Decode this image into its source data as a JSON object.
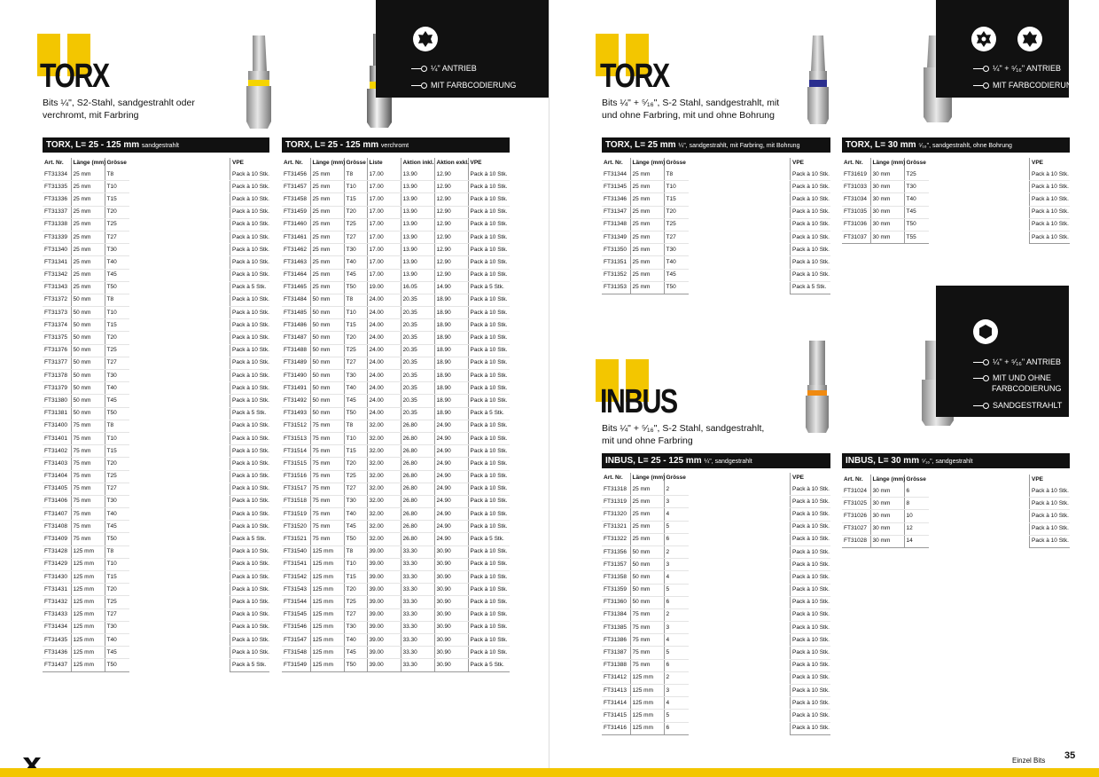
{
  "left": {
    "title": "TORX",
    "subtitle": [
      "Bits ¼\", S2-Stahl, sandgestrahlt oder",
      "verchromt, mit Farbring"
    ],
    "features": [
      "¼\" ANTRIEB",
      "MIT FARBCODIERUNG"
    ],
    "icon": "torx-star-icon",
    "table1": {
      "header_title": "TORX, L= 25 - 125 mm",
      "header_note": "sandgestrahlt",
      "columns": [
        "Art. Nr.",
        "Länge (mm)",
        "Grösse"
      ],
      "vpe_label": "VPE",
      "rows": [
        [
          "FT31334",
          "25 mm",
          "T8",
          "Pack à 10 Stk."
        ],
        [
          "FT31335",
          "25 mm",
          "T10",
          "Pack à 10 Stk."
        ],
        [
          "FT31336",
          "25 mm",
          "T15",
          "Pack à 10 Stk."
        ],
        [
          "FT31337",
          "25 mm",
          "T20",
          "Pack à 10 Stk."
        ],
        [
          "FT31338",
          "25 mm",
          "T25",
          "Pack à 10 Stk."
        ],
        [
          "FT31339",
          "25 mm",
          "T27",
          "Pack à 10 Stk."
        ],
        [
          "FT31340",
          "25 mm",
          "T30",
          "Pack à 10 Stk."
        ],
        [
          "FT31341",
          "25 mm",
          "T40",
          "Pack à 10 Stk."
        ],
        [
          "FT31342",
          "25 mm",
          "T45",
          "Pack à 10 Stk."
        ],
        [
          "FT31343",
          "25 mm",
          "T50",
          "Pack à 5 Stk."
        ],
        [
          "FT31372",
          "50 mm",
          "T8",
          "Pack à 10 Stk."
        ],
        [
          "FT31373",
          "50 mm",
          "T10",
          "Pack à 10 Stk."
        ],
        [
          "FT31374",
          "50 mm",
          "T15",
          "Pack à 10 Stk."
        ],
        [
          "FT31375",
          "50 mm",
          "T20",
          "Pack à 10 Stk."
        ],
        [
          "FT31376",
          "50 mm",
          "T25",
          "Pack à 10 Stk."
        ],
        [
          "FT31377",
          "50 mm",
          "T27",
          "Pack à 10 Stk."
        ],
        [
          "FT31378",
          "50 mm",
          "T30",
          "Pack à 10 Stk."
        ],
        [
          "FT31379",
          "50 mm",
          "T40",
          "Pack à 10 Stk."
        ],
        [
          "FT31380",
          "50 mm",
          "T45",
          "Pack à 10 Stk."
        ],
        [
          "FT31381",
          "50 mm",
          "T50",
          "Pack à 5 Stk."
        ],
        [
          "FT31400",
          "75 mm",
          "T8",
          "Pack à 10 Stk."
        ],
        [
          "FT31401",
          "75 mm",
          "T10",
          "Pack à 10 Stk."
        ],
        [
          "FT31402",
          "75 mm",
          "T15",
          "Pack à 10 Stk."
        ],
        [
          "FT31403",
          "75 mm",
          "T20",
          "Pack à 10 Stk."
        ],
        [
          "FT31404",
          "75 mm",
          "T25",
          "Pack à 10 Stk."
        ],
        [
          "FT31405",
          "75 mm",
          "T27",
          "Pack à 10 Stk."
        ],
        [
          "FT31406",
          "75 mm",
          "T30",
          "Pack à 10 Stk."
        ],
        [
          "FT31407",
          "75 mm",
          "T40",
          "Pack à 10 Stk."
        ],
        [
          "FT31408",
          "75 mm",
          "T45",
          "Pack à 10 Stk."
        ],
        [
          "FT31409",
          "75 mm",
          "T50",
          "Pack à 5 Stk."
        ],
        [
          "FT31428",
          "125 mm",
          "T8",
          "Pack à 10 Stk."
        ],
        [
          "FT31429",
          "125 mm",
          "T10",
          "Pack à 10 Stk."
        ],
        [
          "FT31430",
          "125 mm",
          "T15",
          "Pack à 10 Stk."
        ],
        [
          "FT31431",
          "125 mm",
          "T20",
          "Pack à 10 Stk."
        ],
        [
          "FT31432",
          "125 mm",
          "T25",
          "Pack à 10 Stk."
        ],
        [
          "FT31433",
          "125 mm",
          "T27",
          "Pack à 10 Stk."
        ],
        [
          "FT31434",
          "125 mm",
          "T30",
          "Pack à 10 Stk."
        ],
        [
          "FT31435",
          "125 mm",
          "T40",
          "Pack à 10 Stk."
        ],
        [
          "FT31436",
          "125 mm",
          "T45",
          "Pack à 10 Stk."
        ],
        [
          "FT31437",
          "125 mm",
          "T50",
          "Pack à 5 Stk."
        ]
      ]
    },
    "table2": {
      "header_title": "TORX, L= 25 - 125 mm",
      "header_note": "verchromt",
      "columns": [
        "Art. Nr.",
        "Länge (mm)",
        "Grösse",
        "Liste",
        "Aktion inkl.",
        "Aktion exkl.",
        "VPE"
      ],
      "rows": [
        [
          "FT31456",
          "25 mm",
          "T8",
          "17.00",
          "13.90",
          "12.90",
          "Pack à 10 Stk."
        ],
        [
          "FT31457",
          "25 mm",
          "T10",
          "17.00",
          "13.90",
          "12.90",
          "Pack à 10 Stk."
        ],
        [
          "FT31458",
          "25 mm",
          "T15",
          "17.00",
          "13.90",
          "12.90",
          "Pack à 10 Stk."
        ],
        [
          "FT31459",
          "25 mm",
          "T20",
          "17.00",
          "13.90",
          "12.90",
          "Pack à 10 Stk."
        ],
        [
          "FT31460",
          "25 mm",
          "T25",
          "17.00",
          "13.90",
          "12.90",
          "Pack à 10 Stk."
        ],
        [
          "FT31461",
          "25 mm",
          "T27",
          "17.00",
          "13.90",
          "12.90",
          "Pack à 10 Stk."
        ],
        [
          "FT31462",
          "25 mm",
          "T30",
          "17.00",
          "13.90",
          "12.90",
          "Pack à 10 Stk."
        ],
        [
          "FT31463",
          "25 mm",
          "T40",
          "17.00",
          "13.90",
          "12.90",
          "Pack à 10 Stk."
        ],
        [
          "FT31464",
          "25 mm",
          "T45",
          "17.00",
          "13.90",
          "12.90",
          "Pack à 10 Stk."
        ],
        [
          "FT31465",
          "25 mm",
          "T50",
          "19.00",
          "16.05",
          "14.90",
          "Pack à 5 Stk."
        ],
        [
          "FT31484",
          "50 mm",
          "T8",
          "24.00",
          "20.35",
          "18.90",
          "Pack à 10 Stk."
        ],
        [
          "FT31485",
          "50 mm",
          "T10",
          "24.00",
          "20.35",
          "18.90",
          "Pack à 10 Stk."
        ],
        [
          "FT31486",
          "50 mm",
          "T15",
          "24.00",
          "20.35",
          "18.90",
          "Pack à 10 Stk."
        ],
        [
          "FT31487",
          "50 mm",
          "T20",
          "24.00",
          "20.35",
          "18.90",
          "Pack à 10 Stk."
        ],
        [
          "FT31488",
          "50 mm",
          "T25",
          "24.00",
          "20.35",
          "18.90",
          "Pack à 10 Stk."
        ],
        [
          "FT31489",
          "50 mm",
          "T27",
          "24.00",
          "20.35",
          "18.90",
          "Pack à 10 Stk."
        ],
        [
          "FT31490",
          "50 mm",
          "T30",
          "24.00",
          "20.35",
          "18.90",
          "Pack à 10 Stk."
        ],
        [
          "FT31491",
          "50 mm",
          "T40",
          "24.00",
          "20.35",
          "18.90",
          "Pack à 10 Stk."
        ],
        [
          "FT31492",
          "50 mm",
          "T45",
          "24.00",
          "20.35",
          "18.90",
          "Pack à 10 Stk."
        ],
        [
          "FT31493",
          "50 mm",
          "T50",
          "24.00",
          "20.35",
          "18.90",
          "Pack à 5 Stk."
        ],
        [
          "FT31512",
          "75 mm",
          "T8",
          "32.00",
          "26.80",
          "24.90",
          "Pack à 10 Stk."
        ],
        [
          "FT31513",
          "75 mm",
          "T10",
          "32.00",
          "26.80",
          "24.90",
          "Pack à 10 Stk."
        ],
        [
          "FT31514",
          "75 mm",
          "T15",
          "32.00",
          "26.80",
          "24.90",
          "Pack à 10 Stk."
        ],
        [
          "FT31515",
          "75 mm",
          "T20",
          "32.00",
          "26.80",
          "24.90",
          "Pack à 10 Stk."
        ],
        [
          "FT31516",
          "75 mm",
          "T25",
          "32.00",
          "26.80",
          "24.90",
          "Pack à 10 Stk."
        ],
        [
          "FT31517",
          "75 mm",
          "T27",
          "32.00",
          "26.80",
          "24.90",
          "Pack à 10 Stk."
        ],
        [
          "FT31518",
          "75 mm",
          "T30",
          "32.00",
          "26.80",
          "24.90",
          "Pack à 10 Stk."
        ],
        [
          "FT31519",
          "75 mm",
          "T40",
          "32.00",
          "26.80",
          "24.90",
          "Pack à 10 Stk."
        ],
        [
          "FT31520",
          "75 mm",
          "T45",
          "32.00",
          "26.80",
          "24.90",
          "Pack à 10 Stk."
        ],
        [
          "FT31521",
          "75 mm",
          "T50",
          "32.00",
          "26.80",
          "24.90",
          "Pack à 5 Stk."
        ],
        [
          "FT31540",
          "125 mm",
          "T8",
          "39.00",
          "33.30",
          "30.90",
          "Pack à 10 Stk."
        ],
        [
          "FT31541",
          "125 mm",
          "T10",
          "39.00",
          "33.30",
          "30.90",
          "Pack à 10 Stk."
        ],
        [
          "FT31542",
          "125 mm",
          "T15",
          "39.00",
          "33.30",
          "30.90",
          "Pack à 10 Stk."
        ],
        [
          "FT31543",
          "125 mm",
          "T20",
          "39.00",
          "33.30",
          "30.90",
          "Pack à 10 Stk."
        ],
        [
          "FT31544",
          "125 mm",
          "T25",
          "39.00",
          "33.30",
          "30.90",
          "Pack à 10 Stk."
        ],
        [
          "FT31545",
          "125 mm",
          "T27",
          "39.00",
          "33.30",
          "30.90",
          "Pack à 10 Stk."
        ],
        [
          "FT31546",
          "125 mm",
          "T30",
          "39.00",
          "33.30",
          "30.90",
          "Pack à 10 Stk."
        ],
        [
          "FT31547",
          "125 mm",
          "T40",
          "39.00",
          "33.30",
          "30.90",
          "Pack à 10 Stk."
        ],
        [
          "FT31548",
          "125 mm",
          "T45",
          "39.00",
          "33.30",
          "30.90",
          "Pack à 10 Stk."
        ],
        [
          "FT31549",
          "125 mm",
          "T50",
          "39.00",
          "33.30",
          "30.90",
          "Pack à 5 Stk."
        ]
      ]
    }
  },
  "right": {
    "torx": {
      "title": "TORX",
      "subtitle": [
        "Bits ¼\" + ⁵⁄₁₆\", S-2 Stahl, sandgestrahlt, mit",
        "und ohne Farbring, mit und ohne Bohrung"
      ],
      "features": [
        "¼\" + ⁵⁄₁₆\" ANTRIEB",
        "MIT FARBCODIERUNG"
      ],
      "icons": [
        "torx-tamper-icon",
        "torx-star-icon"
      ],
      "table1": {
        "header_title": "TORX, L= 25 mm",
        "header_note": "¼\", sandgestrahlt, mit Farbring, mit Bohrung",
        "columns": [
          "Art. Nr.",
          "Länge (mm)",
          "Grösse"
        ],
        "vpe_label": "VPE",
        "rows": [
          [
            "FT31344",
            "25 mm",
            "T8",
            "Pack à 10 Stk."
          ],
          [
            "FT31345",
            "25 mm",
            "T10",
            "Pack à 10 Stk."
          ],
          [
            "FT31346",
            "25 mm",
            "T15",
            "Pack à 10 Stk."
          ],
          [
            "FT31347",
            "25 mm",
            "T20",
            "Pack à 10 Stk."
          ],
          [
            "FT31348",
            "25 mm",
            "T25",
            "Pack à 10 Stk."
          ],
          [
            "FT31349",
            "25 mm",
            "T27",
            "Pack à 10 Stk."
          ],
          [
            "FT31350",
            "25 mm",
            "T30",
            "Pack à 10 Stk."
          ],
          [
            "FT31351",
            "25 mm",
            "T40",
            "Pack à 10 Stk."
          ],
          [
            "FT31352",
            "25 mm",
            "T45",
            "Pack à 10 Stk."
          ],
          [
            "FT31353",
            "25 mm",
            "T50",
            "Pack à 5 Stk."
          ]
        ]
      },
      "table2": {
        "header_title": "TORX, L= 30 mm",
        "header_note": "⁵⁄₁₆\", sandgestrahlt, ohne Bohrung",
        "columns": [
          "Art. Nr.",
          "Länge (mm)",
          "Grösse"
        ],
        "vpe_label": "VPE",
        "rows": [
          [
            "FT31619",
            "30 mm",
            "T25",
            "Pack à 10 Stk."
          ],
          [
            "FT31033",
            "30 mm",
            "T30",
            "Pack à 10 Stk."
          ],
          [
            "FT31034",
            "30 mm",
            "T40",
            "Pack à 10 Stk."
          ],
          [
            "FT31035",
            "30 mm",
            "T45",
            "Pack à 10 Stk."
          ],
          [
            "FT31036",
            "30 mm",
            "T50",
            "Pack à 10 Stk."
          ],
          [
            "FT31037",
            "30 mm",
            "T55",
            "Pack à 10 Stk."
          ]
        ]
      }
    },
    "inbus": {
      "title": "INBUS",
      "subtitle": [
        "Bits ¼\" + ⁵⁄₁₆\", S-2 Stahl, sandgestrahlt,",
        "mit und ohne Farbring"
      ],
      "features": [
        "¼\" + ⁵⁄₁₆\" ANTRIEB",
        "MIT UND OHNE",
        "FARBCODIERUNG",
        "SANDGESTRAHLT"
      ],
      "icon": "hexagon-icon",
      "table1": {
        "header_title": "INBUS, L= 25 - 125 mm",
        "header_note": "¼\", sandgestrahlt",
        "columns": [
          "Art. Nr.",
          "Länge (mm)",
          "Grösse"
        ],
        "vpe_label": "VPE",
        "rows": [
          [
            "FT31318",
            "25 mm",
            "2",
            "Pack à 10 Stk."
          ],
          [
            "FT31319",
            "25 mm",
            "3",
            "Pack à 10 Stk."
          ],
          [
            "FT31320",
            "25 mm",
            "4",
            "Pack à 10 Stk."
          ],
          [
            "FT31321",
            "25 mm",
            "5",
            "Pack à 10 Stk."
          ],
          [
            "FT31322",
            "25 mm",
            "6",
            "Pack à 10 Stk."
          ],
          [
            "FT31356",
            "50 mm",
            "2",
            "Pack à 10 Stk."
          ],
          [
            "FT31357",
            "50 mm",
            "3",
            "Pack à 10 Stk."
          ],
          [
            "FT31358",
            "50 mm",
            "4",
            "Pack à 10 Stk."
          ],
          [
            "FT31359",
            "50 mm",
            "5",
            "Pack à 10 Stk."
          ],
          [
            "FT31360",
            "50 mm",
            "6",
            "Pack à 10 Stk."
          ],
          [
            "FT31384",
            "75 mm",
            "2",
            "Pack à 10 Stk."
          ],
          [
            "FT31385",
            "75 mm",
            "3",
            "Pack à 10 Stk."
          ],
          [
            "FT31386",
            "75 mm",
            "4",
            "Pack à 10 Stk."
          ],
          [
            "FT31387",
            "75 mm",
            "5",
            "Pack à 10 Stk."
          ],
          [
            "FT31388",
            "75 mm",
            "6",
            "Pack à 10 Stk."
          ],
          [
            "FT31412",
            "125 mm",
            "2",
            "Pack à 10 Stk."
          ],
          [
            "FT31413",
            "125 mm",
            "3",
            "Pack à 10 Stk."
          ],
          [
            "FT31414",
            "125 mm",
            "4",
            "Pack à 10 Stk."
          ],
          [
            "FT31415",
            "125 mm",
            "5",
            "Pack à 10 Stk."
          ],
          [
            "FT31416",
            "125 mm",
            "6",
            "Pack à 10 Stk."
          ]
        ]
      },
      "table2": {
        "header_title": "INBUS, L= 30 mm",
        "header_note": "⁵⁄₁₆\", sandgestrahlt",
        "columns": [
          "Art. Nr.",
          "Länge (mm)",
          "Grösse"
        ],
        "vpe_label": "VPE",
        "rows": [
          [
            "FT31024",
            "30 mm",
            "6",
            "Pack à 10 Stk."
          ],
          [
            "FT31025",
            "30 mm",
            "8",
            "Pack à 10 Stk."
          ],
          [
            "FT31026",
            "30 mm",
            "10",
            "Pack à 10 Stk."
          ],
          [
            "FT31027",
            "30 mm",
            "12",
            "Pack à 10 Stk."
          ],
          [
            "FT31028",
            "30 mm",
            "14",
            "Pack à 10 Stk."
          ]
        ]
      }
    }
  },
  "footer": {
    "section": "Einzel Bits",
    "page": "35"
  },
  "colors": {
    "accent": "#f3c600",
    "dark": "#111111"
  }
}
